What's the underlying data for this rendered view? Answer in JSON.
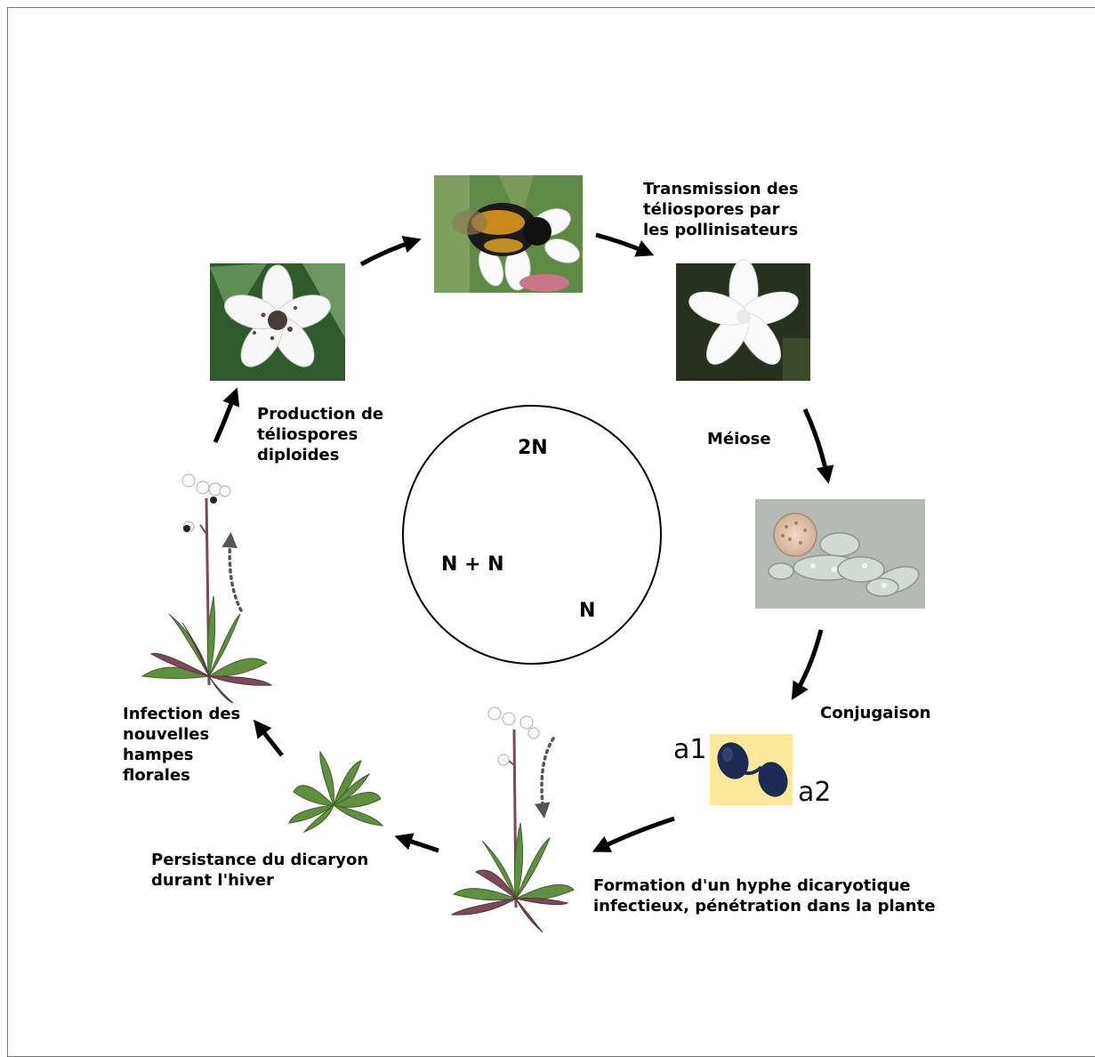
{
  "labels": {
    "transmission": "Transmission des\ntéliospores par\nles pollinisateurs",
    "meiose": "Méiose",
    "conjugaison": "Conjugaison",
    "formation": "Formation d'un hyphe dicaryotique\ninfectieux, pénétration dans la plante",
    "persistance": "Persistance du dicaryon\ndurant l'hiver",
    "infection": "Infection des\nnouvelles\nhampes\nflorales",
    "production": "Production de\ntéliospores\ndiploides"
  },
  "ploidy": {
    "diploid": "2N",
    "dikaryon": "N + N",
    "haploid": "N"
  },
  "mating_types": {
    "a1": "a1",
    "a2": "a2"
  },
  "colors": {
    "arrow": "#000000",
    "dotted_arrow": "#555555",
    "leaf": "#5f8f3f",
    "leaf_purple": "#7a4a5a",
    "petal": "#ffffff",
    "spore_bg": "#fbe89a",
    "spore": "#1c2a55"
  }
}
